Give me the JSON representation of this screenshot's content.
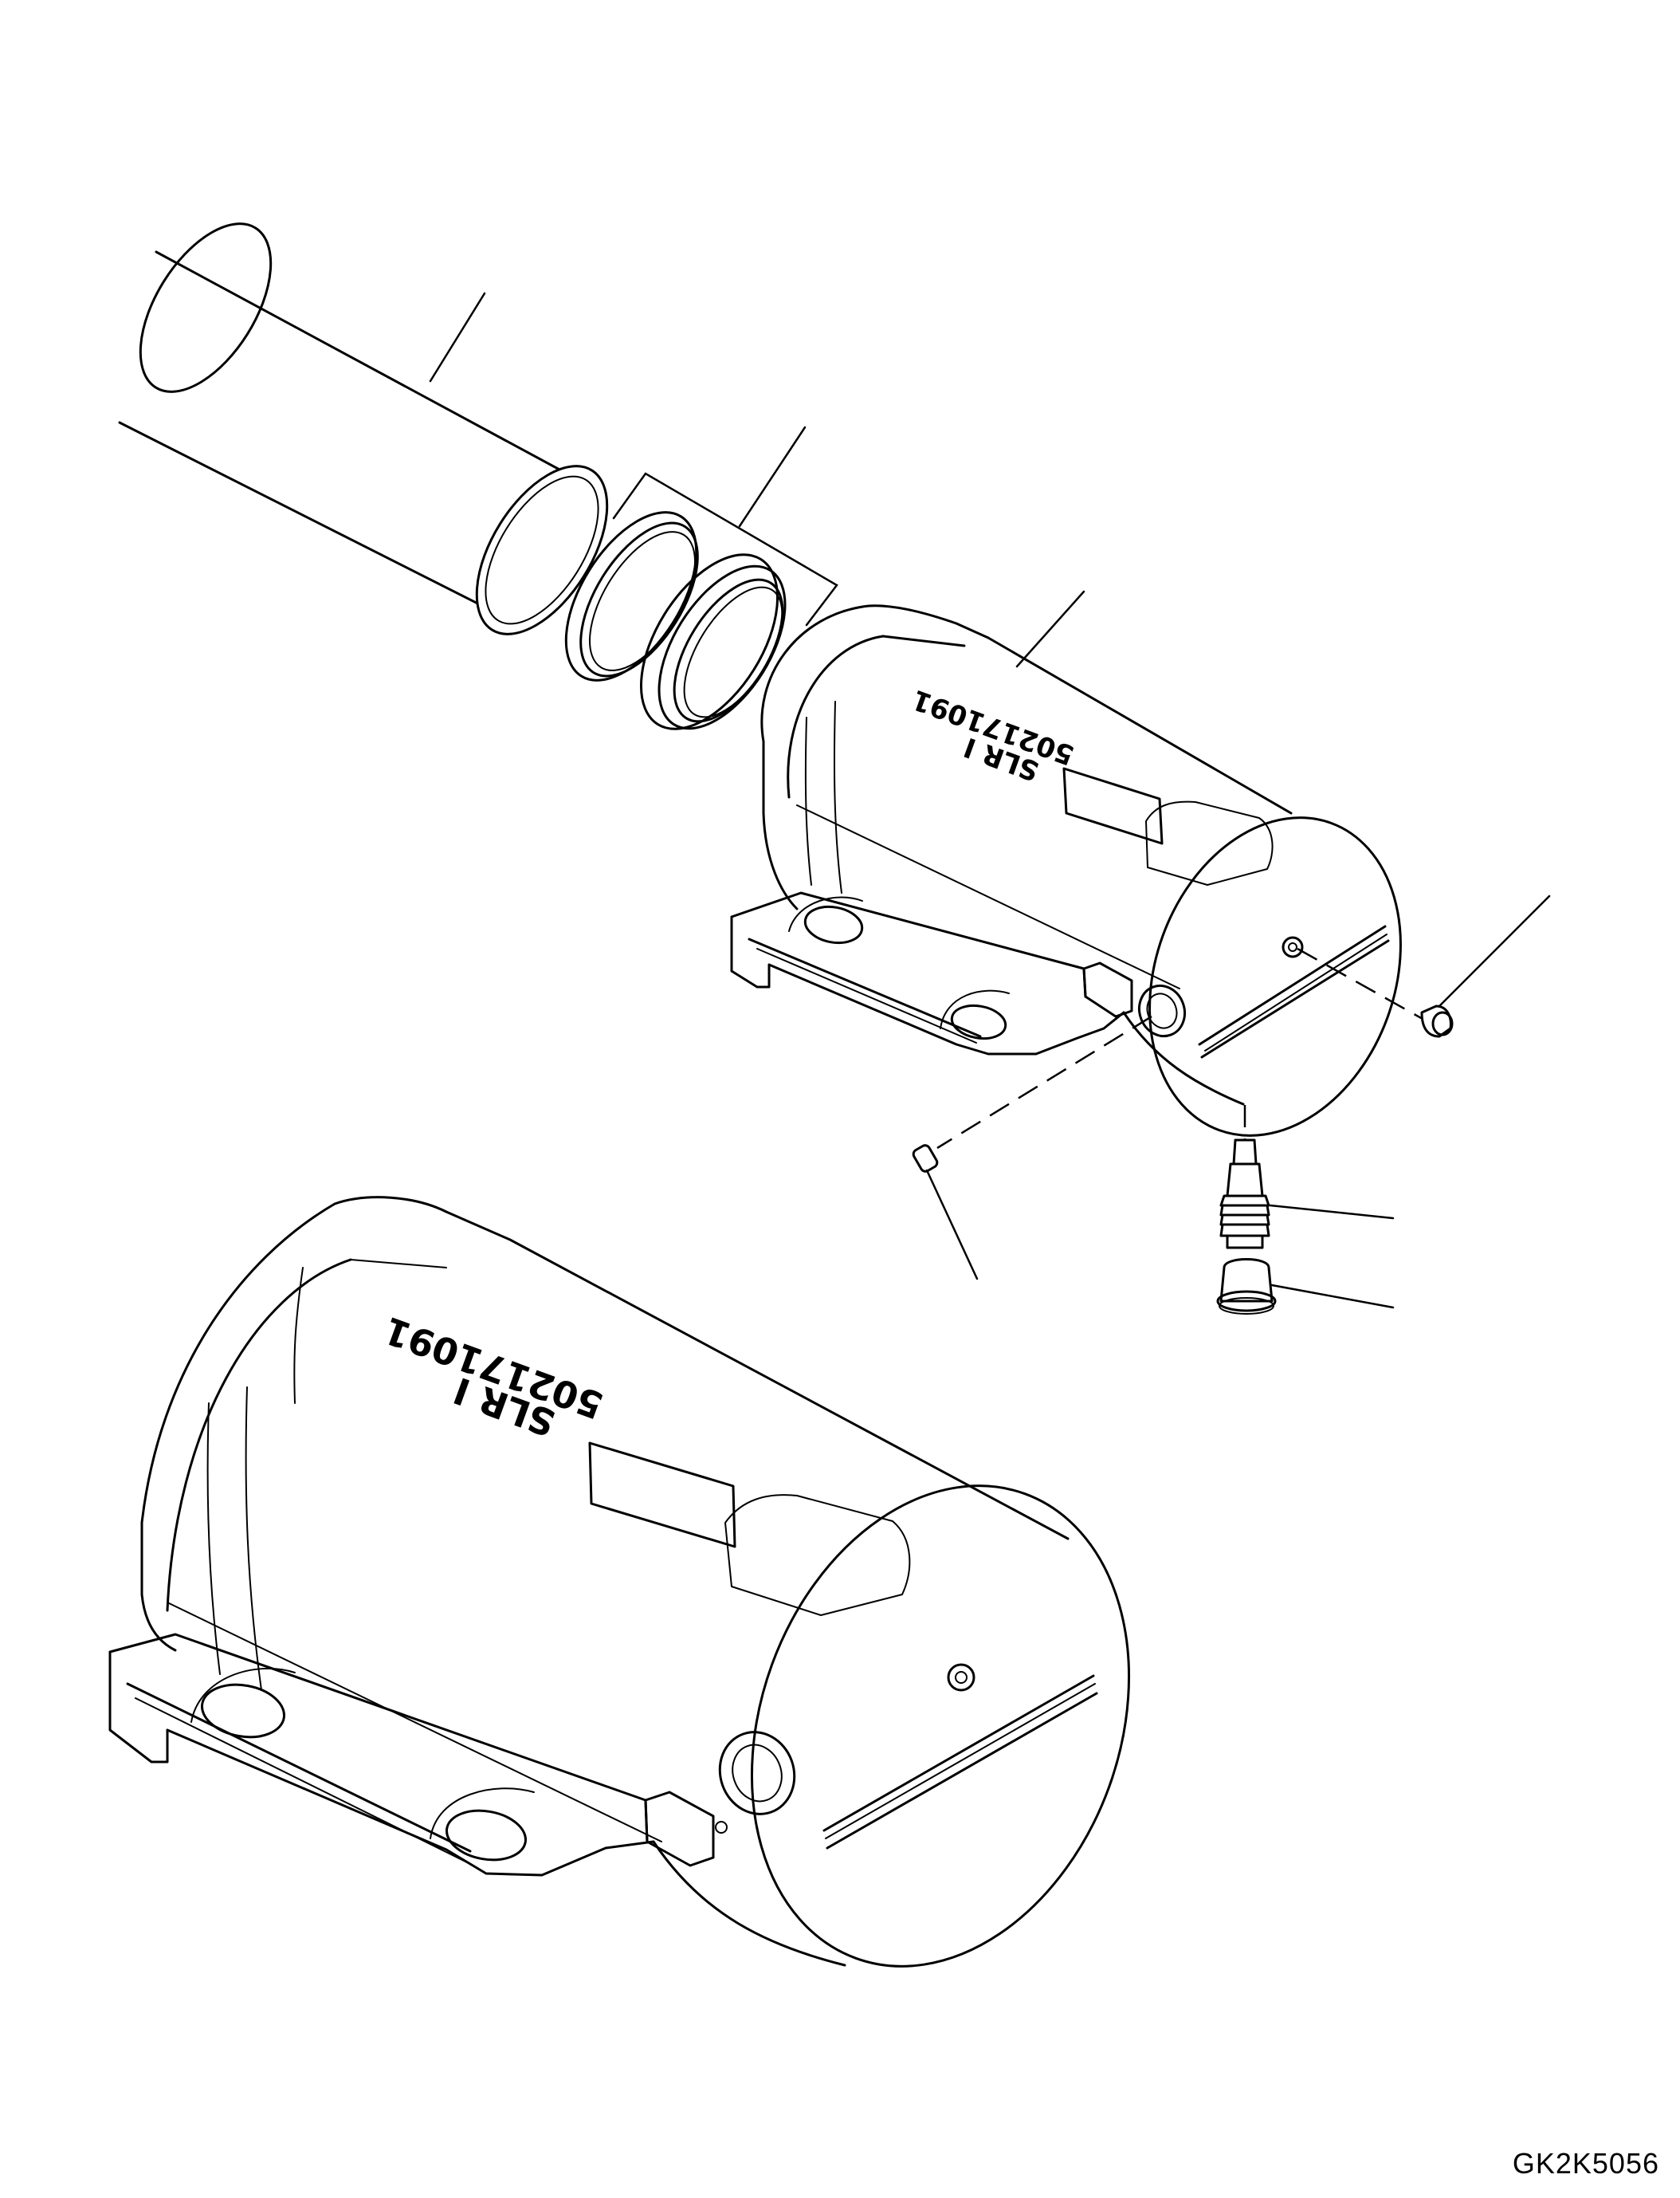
{
  "figure": {
    "code": "GK2K5056",
    "part_marking": "502171091",
    "side_marking": "SLR I"
  },
  "colors": {
    "line": "#000000",
    "background": "#ffffff"
  }
}
